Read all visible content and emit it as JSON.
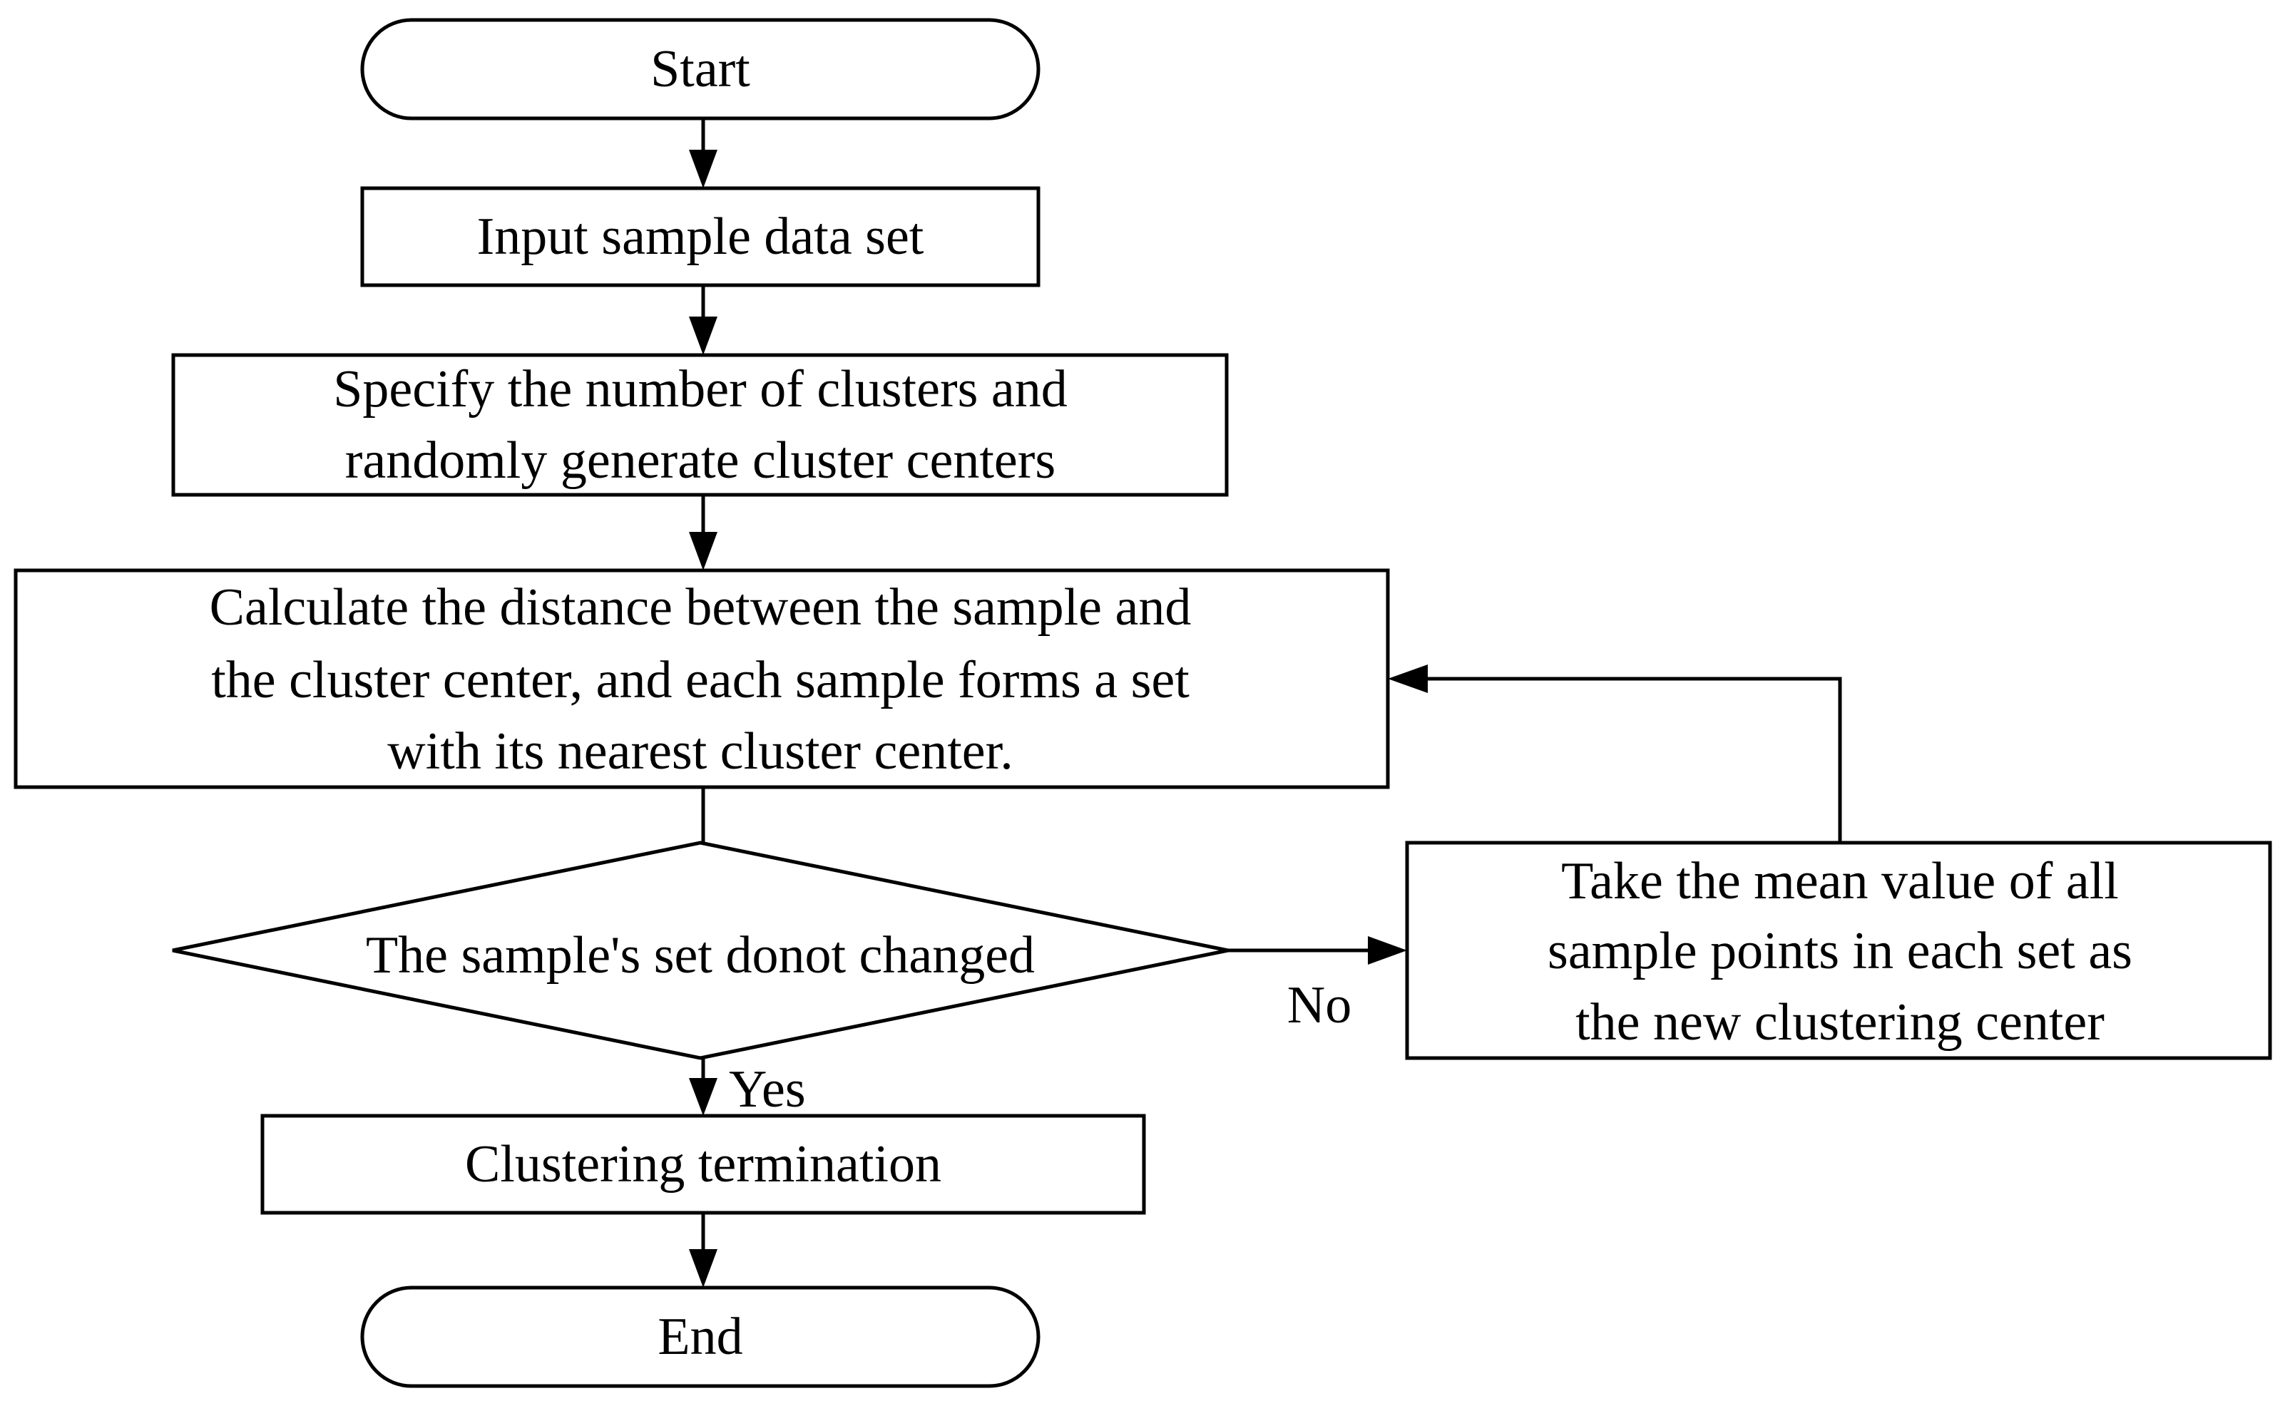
{
  "flowchart": {
    "start": "Start",
    "input": "Input sample data set",
    "specify": {
      "line1": "Specify the number of clusters and",
      "line2": "randomly generate cluster centers"
    },
    "calculate": {
      "line1": "Calculate the distance between the sample and",
      "line2": "the cluster center, and each sample forms a set",
      "line3": "with its nearest cluster center."
    },
    "decision": "The sample's set donot changed",
    "update": {
      "line1": "Take the mean value of all",
      "line2": "sample points in each set as",
      "line3": "the new clustering center"
    },
    "yes_label": "Yes",
    "no_label": "No",
    "terminate": "Clustering termination",
    "end": "End"
  }
}
